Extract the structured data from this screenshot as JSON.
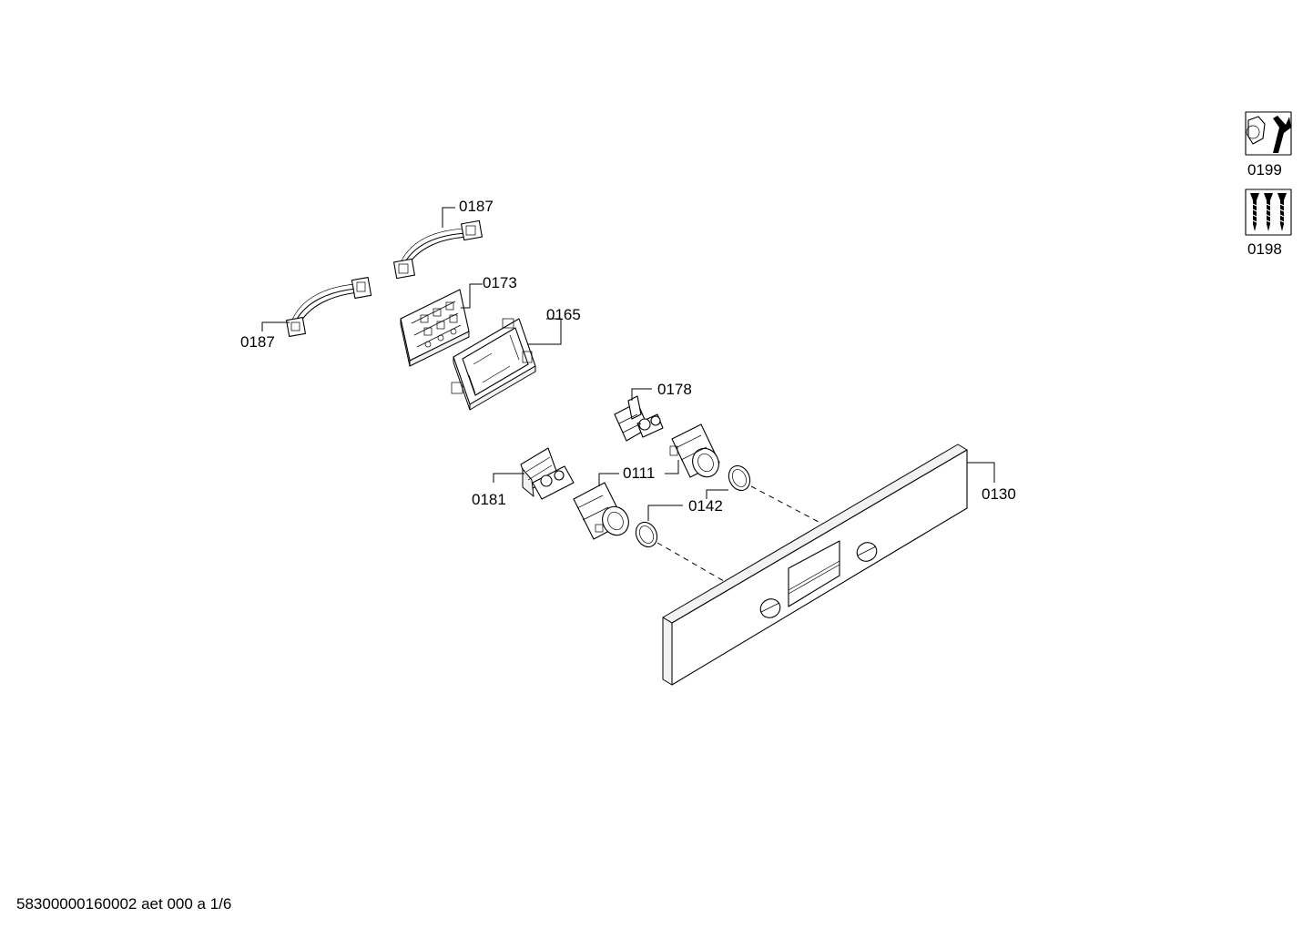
{
  "labels": {
    "p0199": "0199",
    "p0198": "0198",
    "p0187a": "0187",
    "p0187b": "0187",
    "p0173": "0173",
    "p0165": "0165",
    "p0178": "0178",
    "p0111": "0111",
    "p0181": "0181",
    "p0142": "0142",
    "p0130": "0130"
  },
  "footer": {
    "text": "58300000160002 aet 000 a 1/6"
  },
  "icons": {
    "p0199": "wrench-nut-icon",
    "p0198": "screws-icon"
  }
}
